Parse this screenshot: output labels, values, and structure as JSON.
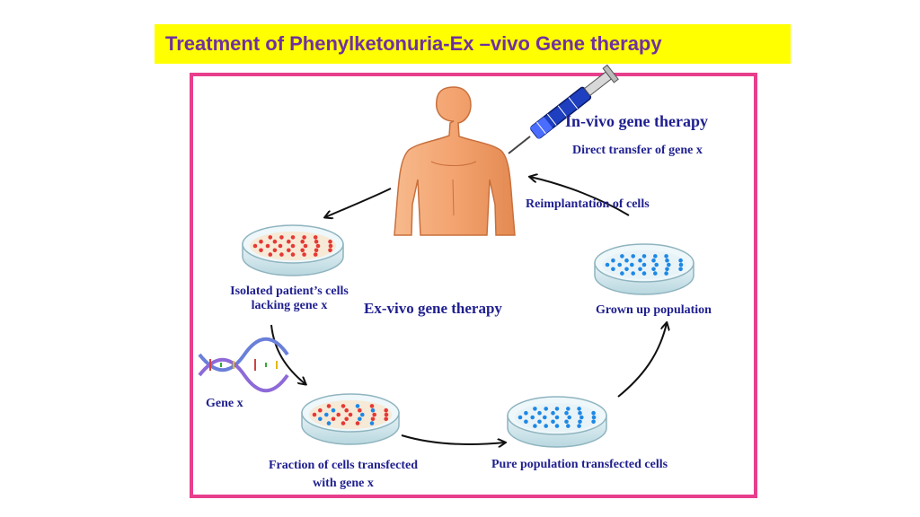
{
  "title": "Treatment of Phenylketonuria-Ex –vivo Gene therapy",
  "colors": {
    "title_bg": "#ffff00",
    "title_text": "#7030a0",
    "frame_border": "#e83e8c",
    "label_text": "#1f1f8f",
    "patient_cells": "#e53935",
    "transfected_cells": "#1e88e5"
  },
  "diagram": {
    "in_vivo_title": "In-vivo gene therapy",
    "in_vivo_subtitle": "Direct transfer of gene x",
    "reimplantation": "Reimplantation of cells",
    "isolated_line1": "Isolated patient’s cells",
    "isolated_line2": "lacking gene x",
    "ex_vivo_title": "Ex-vivo gene therapy",
    "grown_up": "Grown up population",
    "gene_x": "Gene x",
    "fraction_line1": "Fraction of cells transfected",
    "fraction_line2": "with gene x",
    "pure_population": "Pure population transfected cells"
  }
}
